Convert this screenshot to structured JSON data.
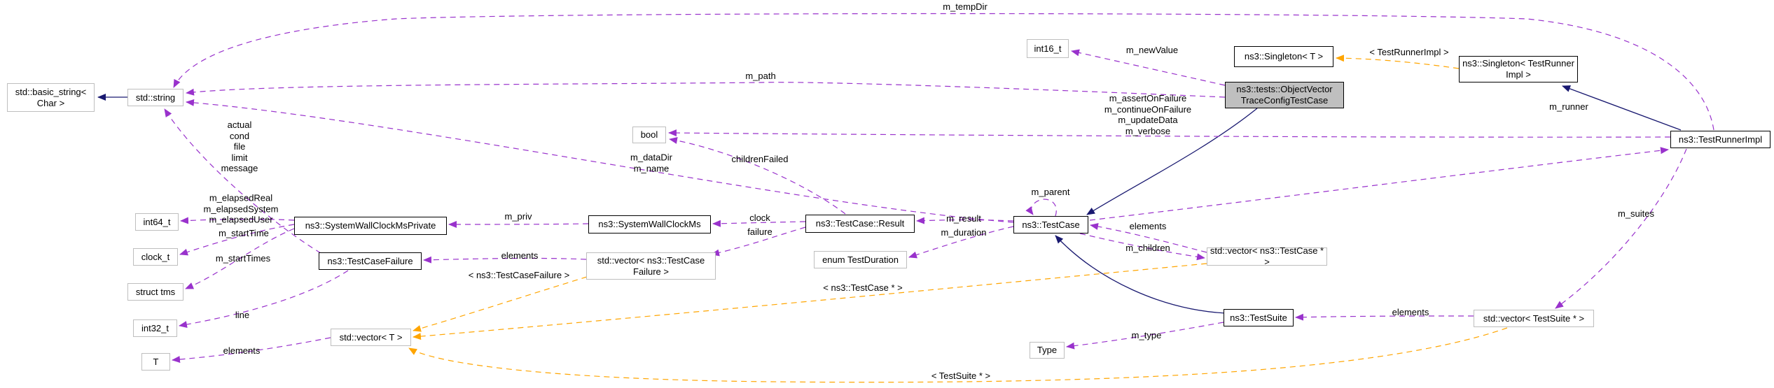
{
  "diagram": {
    "title": "ns3::tests::ObjectVectorTraceConfigTestCase collaboration graph",
    "colors": {
      "inheritance": "#191970",
      "usage": "#9932CC",
      "template": "#FFA500",
      "documented_border": "#000000",
      "external_border": "#BEBEBE",
      "current_node_fill": "#BFBFBF"
    },
    "nodes": {
      "basic_string": "std::basic_string<\nChar >",
      "std_string": "std::string",
      "int16_t": "int16_t",
      "singleton_t": "ns3::Singleton< T >",
      "singleton_tri": "ns3::Singleton< TestRunner\nImpl >",
      "objectvector": "ns3::tests::ObjectVector\nTraceConfigTestCase",
      "testrunnerimpl": "ns3::TestRunnerImpl",
      "bool": "bool",
      "int64_t": "int64_t",
      "wallclockprivate": "ns3::SystemWallClockMsPrivate",
      "wallclockms": "ns3::SystemWallClockMs",
      "result": "ns3::TestCase::Result",
      "testcase": "ns3::TestCase",
      "vector_testcase": "std::vector< ns3::TestCase * >",
      "clock_t": "clock_t",
      "testcasefailure": "ns3::TestCaseFailure",
      "vector_failure": "std::vector< ns3::TestCase\nFailure >",
      "enum_duration": "enum TestDuration",
      "struct_tms": "struct tms",
      "int32_t": "int32_t",
      "vector_t": "std::vector< T >",
      "testsuite": "ns3::TestSuite",
      "type": "Type",
      "t": "T",
      "vector_suite": "std::vector< TestSuite * >"
    },
    "labels": {
      "m_tempDir": "m_tempDir",
      "m_path": "m_path",
      "m_newValue": "m_newValue",
      "template_testrunnerimpl": "< TestRunnerImpl >",
      "runner_flags": "m_assertOnFailure\nm_continueOnFailure\nm_updateData\nm_verbose",
      "childrenFailed": "childrenFailed",
      "failure_fields": "actual\ncond\nfile\nlimit\nmessage",
      "testcase_strings": "m_dataDir\nm_name",
      "elapsed": "m_elapsedReal\nm_elapsedSystem\nm_elapsedUser",
      "m_startTime": "m_startTime",
      "m_startTimes": "m_startTimes",
      "m_priv": "m_priv",
      "clock": "clock",
      "failure": "failure",
      "elements_failure": "elements",
      "template_testcasefailure": "< ns3::TestCaseFailure >",
      "m_result": "m_result",
      "m_duration": "m_duration",
      "m_parent": "m_parent",
      "elements_testcase": "elements",
      "m_children": "m_children",
      "m_runner": "m_runner",
      "m_suites": "m_suites",
      "template_testcase_ptr": "< ns3::TestCase * >",
      "line": "line",
      "elements_t": "elements",
      "m_type": "m_type",
      "elements_suite": "elements",
      "template_testsuite_ptr": "< TestSuite * >"
    }
  }
}
